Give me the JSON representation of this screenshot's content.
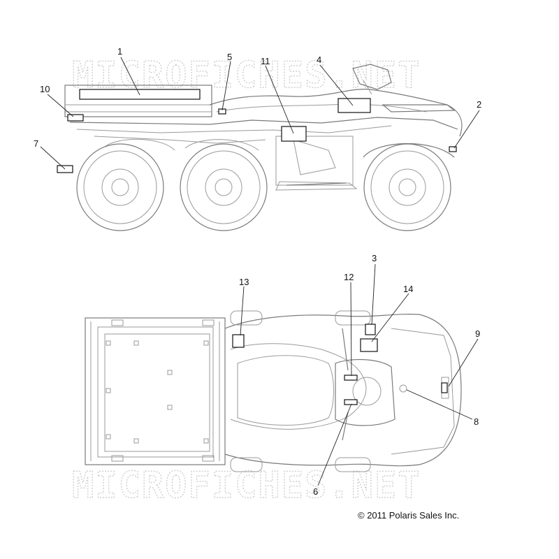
{
  "watermark_top": "MICROFICHES.NET",
  "watermark_bottom": "MICROFICHES.NET",
  "copyright": "© 2011 Polaris Sales Inc.",
  "callouts": [
    "1",
    "2",
    "3",
    "4",
    "5",
    "6",
    "7",
    "8",
    "9",
    "10",
    "11",
    "12",
    "13",
    "14"
  ]
}
